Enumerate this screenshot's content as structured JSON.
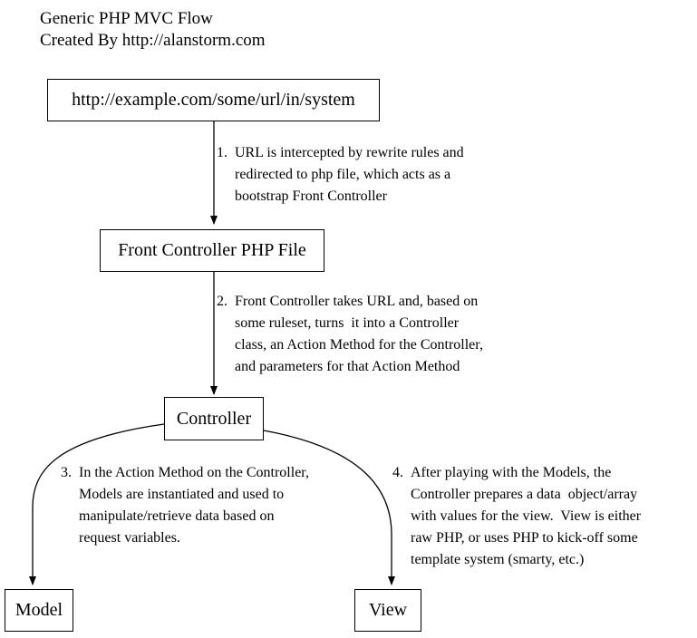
{
  "title": {
    "line1": "Generic PHP MVC Flow",
    "line2": "Created By http://alanstorm.com"
  },
  "nodes": {
    "url": "http://example.com/some/url/in/system",
    "front_controller": "Front Controller PHP File",
    "controller": "Controller",
    "model": "Model",
    "view": "View"
  },
  "edges": [
    {
      "number": "1.",
      "lines": [
        "URL is intercepted by rewrite rules and",
        "redirected to php file, which acts as a",
        "bootstrap Front Controller"
      ]
    },
    {
      "number": "2.",
      "lines": [
        "Front Controller takes URL and, based on",
        "some ruleset, turns  it into a Controller",
        "class, an Action Method for the Controller,",
        "and parameters for that Action Method"
      ]
    },
    {
      "number": "3.",
      "lines": [
        "In the Action Method on the Controller,",
        "Models are instantiated and used to",
        "manipulate/retrieve data based on",
        "request variables."
      ]
    },
    {
      "number": "4.",
      "lines": [
        "After playing with the Models, the",
        "Controller prepares a data  object/array",
        "with values for the view.  View is either",
        "raw PHP, or uses PHP to kick-off some",
        "template system (smarty, etc.)"
      ]
    }
  ]
}
